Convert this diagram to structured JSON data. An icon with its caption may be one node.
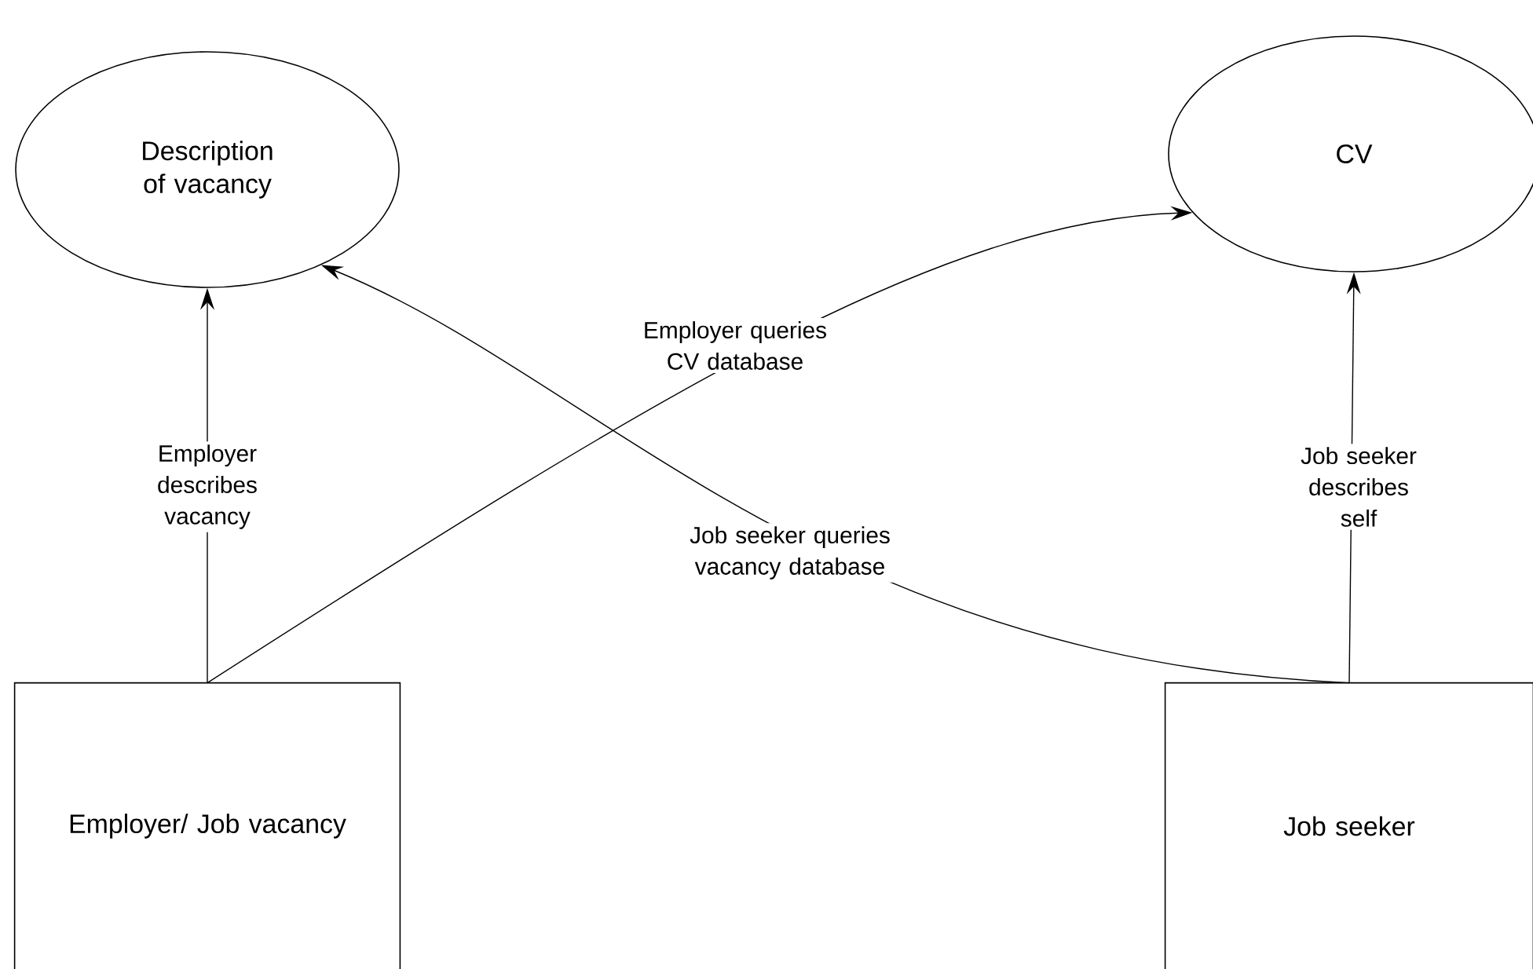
{
  "diagram": {
    "nodes": [
      {
        "text": [
          "Description of vacancy"
        ]
      },
      {
        "text": [
          "CV"
        ]
      },
      {
        "text": [
          "Employer/ Job vacancy"
        ]
      },
      {
        "text": [
          "Job seeker"
        ]
      }
    ],
    "edges": [
      {
        "from": 2,
        "to": 0,
        "arrow": "to",
        "label": "Employer describes vacancy"
      },
      {
        "from": 3,
        "to": 1,
        "arrow": "to",
        "label": "Job seeker describes self"
      },
      {
        "from": 2,
        "to": 1,
        "arrow": "to",
        "label": "Employer queries CV database"
      },
      {
        "from": 3,
        "to": 0,
        "arrow": "to",
        "label": "Job seeker queries vacancy database"
      }
    ]
  }
}
